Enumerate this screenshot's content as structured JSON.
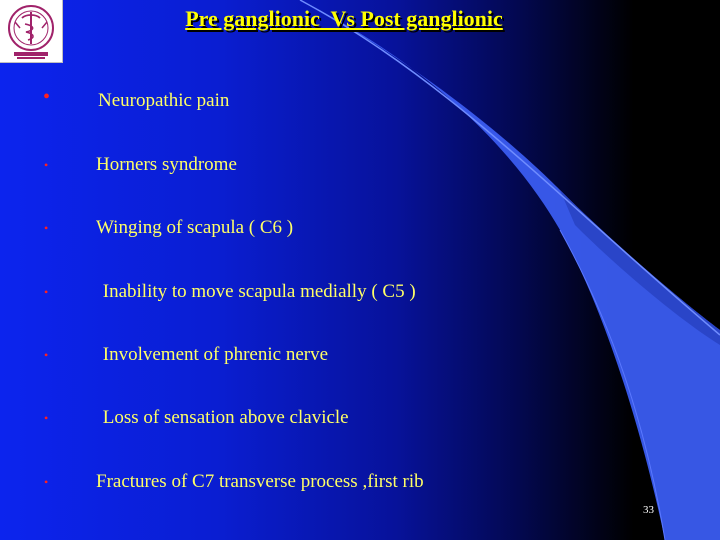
{
  "slide": {
    "title": "Pre ganglionic  Vs Post ganglionic",
    "page_number": "33",
    "logo_icon": "aiims-emblem-icon",
    "colors": {
      "title": "#ffff00",
      "bullet_text": "#ffff66",
      "bullet_marker": "#ff2020",
      "swoosh": "#3a5cf0"
    },
    "bullets": [
      {
        "text": "Neuropathic pain"
      },
      {
        "text": "Horners syndrome"
      },
      {
        "text": "Winging of scapula ( C6 )"
      },
      {
        "text": " Inability to move scapula medially ( C5 )"
      },
      {
        "text": " Involvement of phrenic nerve"
      },
      {
        "text": " Loss of sensation above clavicle"
      },
      {
        "text": "Fractures of C7 transverse process ,first rib"
      }
    ]
  }
}
